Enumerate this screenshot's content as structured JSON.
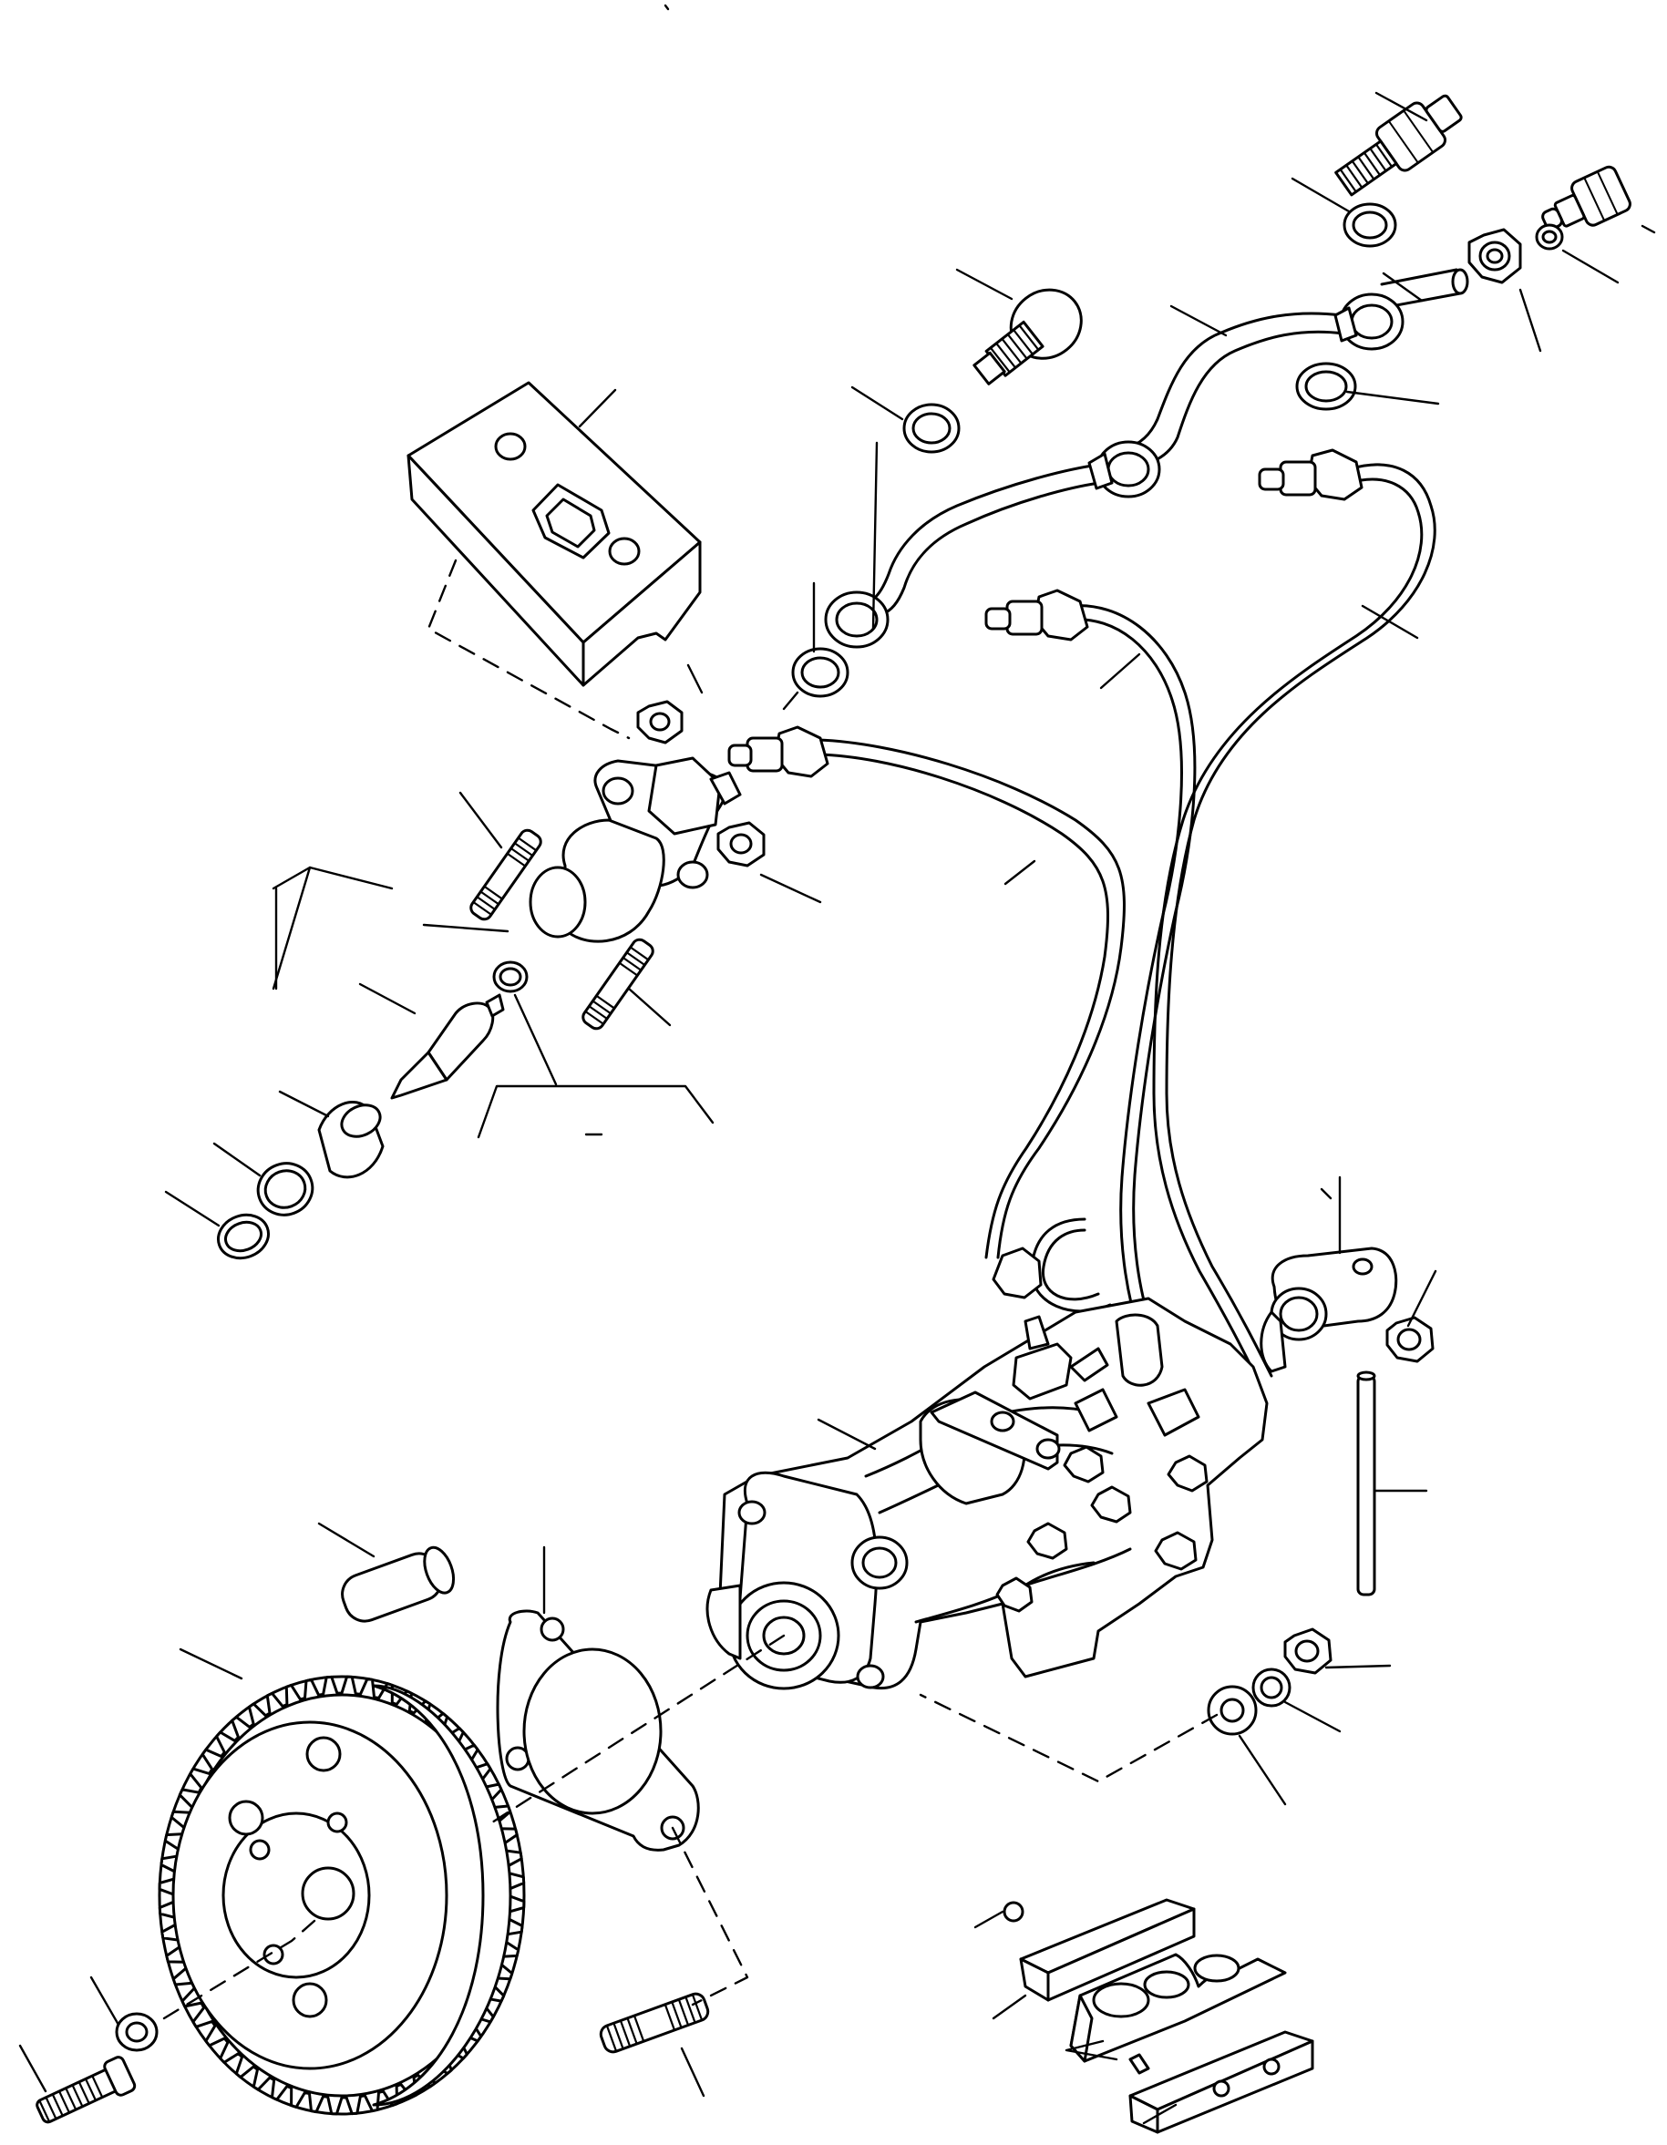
{
  "diagram": {
    "type": "exploded-parts-view",
    "parts": [
      {
        "id": "union-bolt-top",
        "icon": "banjo-bolt-icon"
      },
      {
        "id": "sealing-washer-top",
        "icon": "washer-icon"
      },
      {
        "id": "bleed-screw",
        "icon": "bleed-screw-icon"
      },
      {
        "id": "small-washer-right",
        "icon": "washer-icon"
      },
      {
        "id": "union-nut-right",
        "icon": "hex-nut-icon"
      },
      {
        "id": "leak-off-pipe",
        "icon": "pipe-icon"
      },
      {
        "id": "sealing-washer-lower",
        "icon": "washer-icon"
      },
      {
        "id": "banjo-bolt",
        "icon": "banjo-bolt-icon"
      },
      {
        "id": "sealing-washer-left",
        "icon": "washer-icon"
      },
      {
        "id": "bracket-plate",
        "icon": "bracket-icon"
      },
      {
        "id": "injector",
        "icon": "injector-icon"
      },
      {
        "id": "nozzle-washer",
        "icon": "washer-icon"
      },
      {
        "id": "nozzle",
        "icon": "nozzle-icon"
      },
      {
        "id": "sleeve",
        "icon": "sleeve-icon"
      },
      {
        "id": "seal-rings",
        "icon": "o-ring-icon"
      },
      {
        "id": "injector-studs",
        "icon": "stud-icon"
      },
      {
        "id": "injector-nuts",
        "icon": "hex-nut-icon"
      },
      {
        "id": "injection-pipes",
        "icon": "pipe-icon"
      },
      {
        "id": "pipe-elbow",
        "icon": "elbow-fitting-icon"
      },
      {
        "id": "injection-pump",
        "icon": "injection-pump-icon"
      },
      {
        "id": "pin-rod",
        "icon": "rod-icon"
      },
      {
        "id": "dowel",
        "icon": "dowel-icon"
      },
      {
        "id": "pump-gasket",
        "icon": "gasket-icon"
      },
      {
        "id": "pump-gear",
        "icon": "gear-icon"
      },
      {
        "id": "gear-screw",
        "icon": "screw-icon"
      },
      {
        "id": "gear-washer",
        "icon": "washer-icon"
      },
      {
        "id": "pump-stud",
        "icon": "stud-icon"
      },
      {
        "id": "pump-nut",
        "icon": "hex-nut-icon"
      },
      {
        "id": "lock-washer",
        "icon": "washer-icon"
      },
      {
        "id": "flat-washer",
        "icon": "washer-icon"
      },
      {
        "id": "pipe-clamp",
        "icon": "pipe-clamp-icon"
      }
    ]
  }
}
